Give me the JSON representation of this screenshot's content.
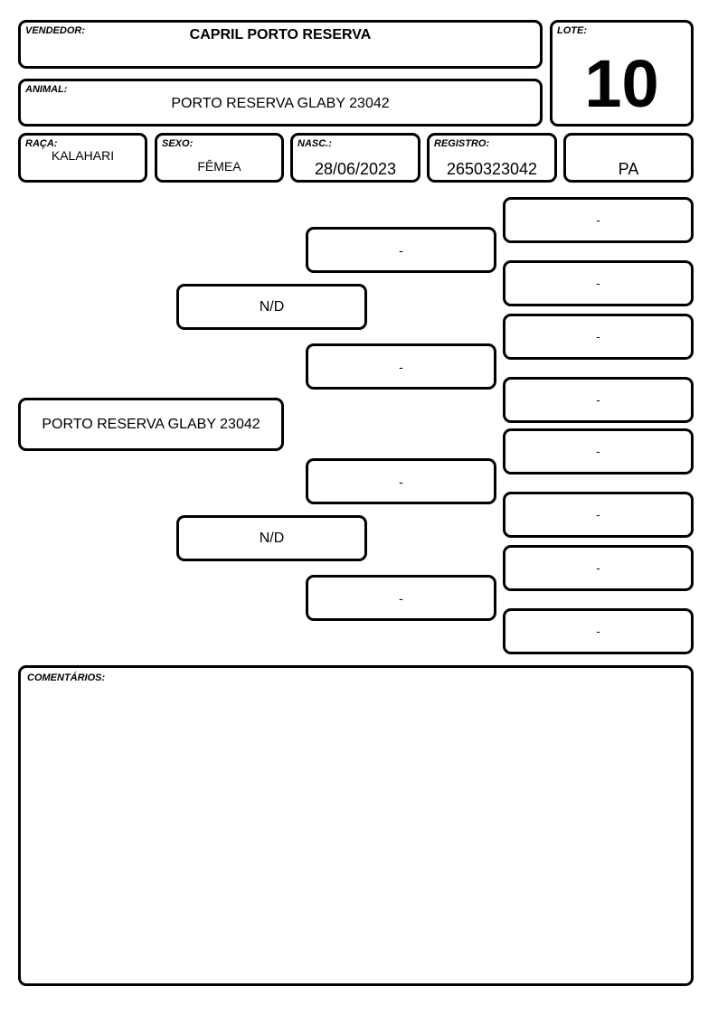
{
  "header": {
    "vendedor": {
      "label": "VENDEDOR:",
      "value": "CAPRIL PORTO RESERVA"
    },
    "lote": {
      "label": "LOTE:",
      "value": "10"
    },
    "animal": {
      "label": "ANIMAL:",
      "value": "PORTO RESERVA GLABY 23042"
    }
  },
  "info": {
    "raca": {
      "label": "RAÇA:",
      "value": "KALAHARI"
    },
    "sexo": {
      "label": "SEXO:",
      "value": "FÊMEA"
    },
    "nasc": {
      "label": "NASC.:",
      "value": "28/06/2023"
    },
    "registro": {
      "label": "REGISTRO:",
      "value": "2650323042"
    },
    "categoria": {
      "value": "PA"
    }
  },
  "pedigree": {
    "animal": "PORTO RESERVA GLABY 23042",
    "parents": [
      "N/D",
      "N/D"
    ],
    "grandparents": [
      "-",
      "-",
      "-",
      "-"
    ],
    "great_grandparents": [
      "-",
      "-",
      "-",
      "-",
      "-",
      "-",
      "-",
      "-"
    ]
  },
  "comments": {
    "label": "COMENTÁRIOS:",
    "value": ""
  }
}
